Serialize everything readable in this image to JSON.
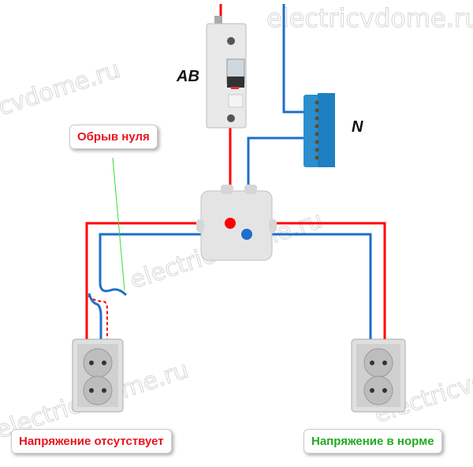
{
  "watermark": "electricvdome.ru",
  "watermark_partial": "cvdome.ru",
  "labels": {
    "breaker": "AB",
    "neutral_bus": "N",
    "broken_neutral": "Обрыв нуля",
    "no_voltage": "Напряжение отсутствует",
    "normal_voltage": "Напряжение в норме"
  },
  "colors": {
    "phase": "#ff0000",
    "neutral": "#1e6fc8",
    "pointer": "#33dd33",
    "ok_text": "#22aa22",
    "fail_text": "#e8141e"
  }
}
